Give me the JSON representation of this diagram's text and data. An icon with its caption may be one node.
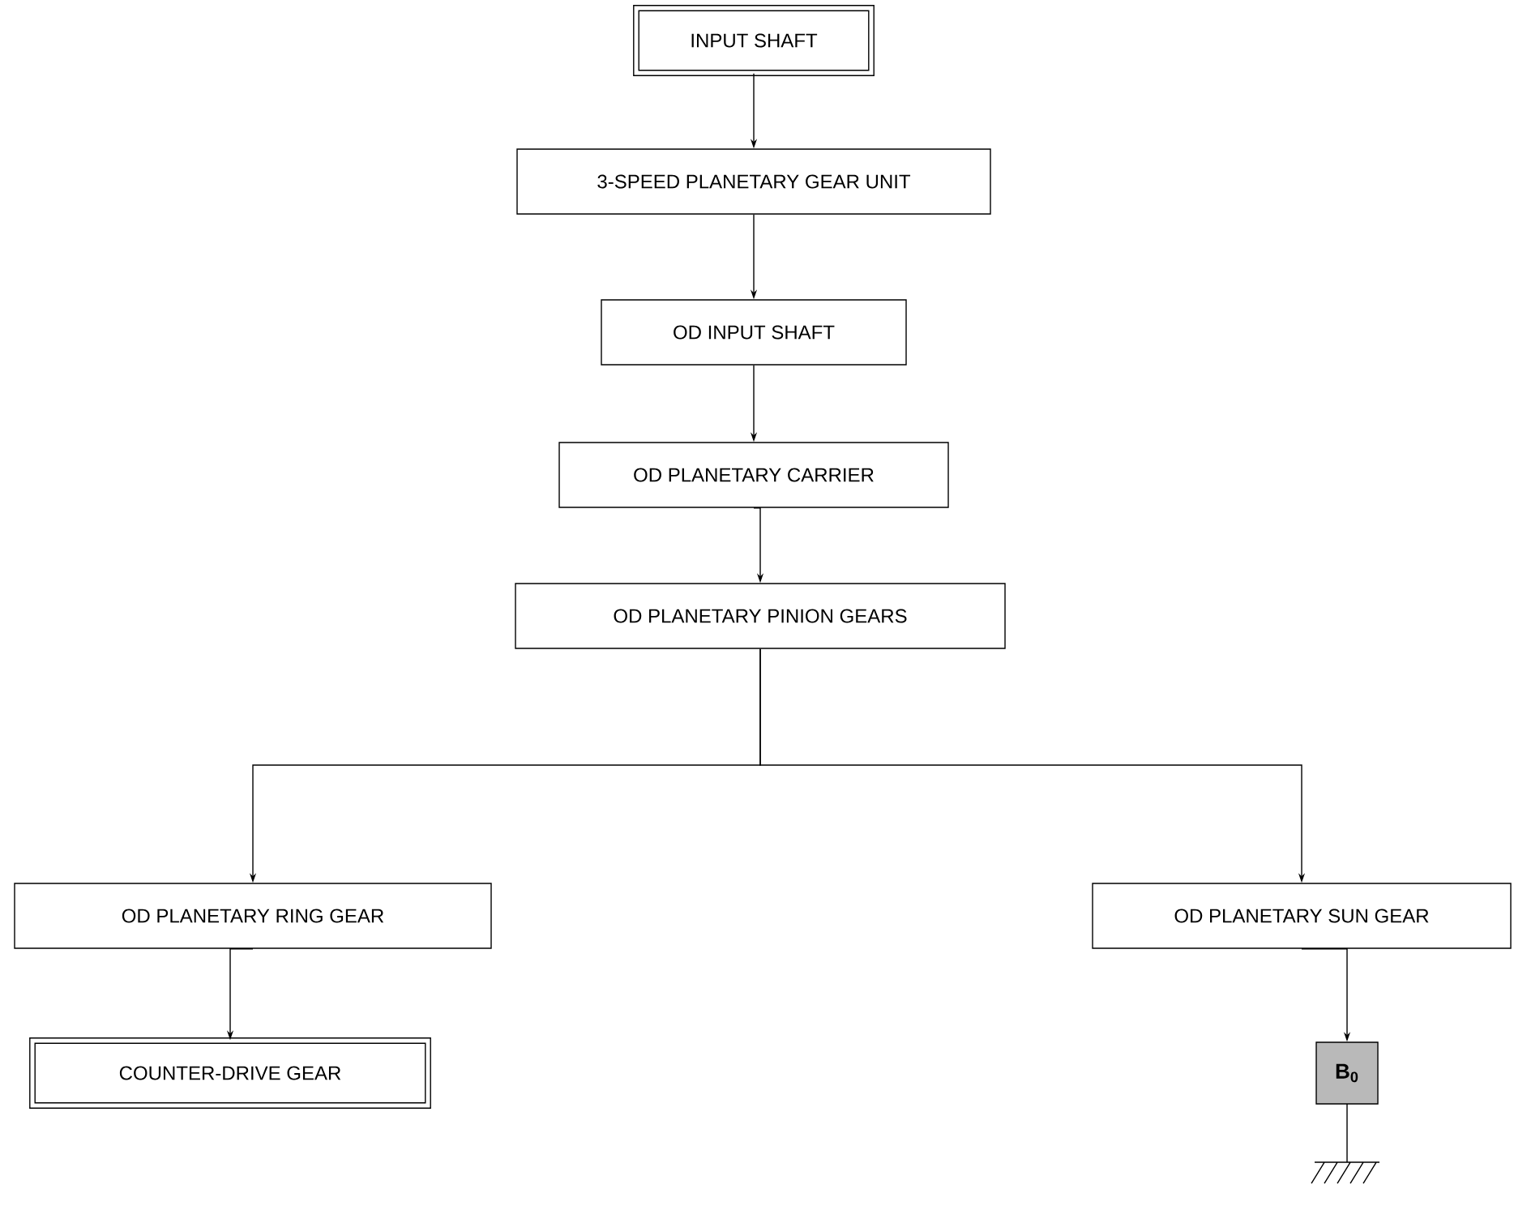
{
  "diagram": {
    "nodes": [
      {
        "text": [
          "INPUT SHAFT"
        ]
      },
      {
        "text": [
          "3-SPEED PLANETARY GEAR UNIT"
        ]
      },
      {
        "text": [
          "OD INPUT SHAFT"
        ]
      },
      {
        "text": [
          "OD PLANETARY CARRIER"
        ]
      },
      {
        "text": [
          "OD PLANETARY PINION GEARS"
        ]
      },
      {
        "text": [
          "OD PLANETARY RING GEAR"
        ]
      },
      {
        "text": [
          "OD PLANETARY SUN GEAR"
        ]
      },
      {
        "text": [
          "COUNTER-DRIVE GEAR"
        ]
      },
      {
        "text": [
          "B$_{0}$"
        ]
      }
    ],
    "edges": [
      {
        "from": 0,
        "to": 1,
        "arrow": "to"
      },
      {
        "from": 1,
        "to": 2,
        "arrow": "to"
      },
      {
        "from": 2,
        "to": 3,
        "arrow": "to"
      },
      {
        "from": 3,
        "to": 4,
        "arrow": "to"
      },
      {
        "from": 4,
        "to": 5,
        "arrow": "to"
      },
      {
        "from": 4,
        "to": 6,
        "arrow": "to"
      },
      {
        "from": 5,
        "to": 7,
        "arrow": "to"
      },
      {
        "from": 6,
        "to": 8,
        "arrow": "to"
      }
    ]
  }
}
